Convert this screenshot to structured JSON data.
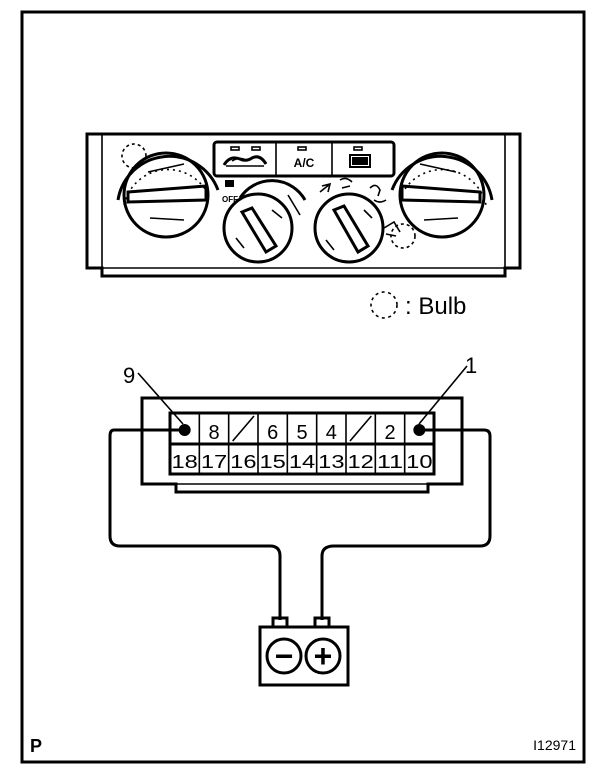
{
  "panel": {
    "ac_label": "A/C",
    "off_label": "OFF"
  },
  "legend": {
    "text": ": Bulb"
  },
  "connector": {
    "pin_callout_left": "9",
    "pin_callout_right": "1",
    "top_row": [
      "9",
      "8",
      "",
      "6",
      "5",
      "4",
      "",
      "2",
      "1"
    ],
    "bottom_row": [
      "18",
      "17",
      "16",
      "15",
      "14",
      "13",
      "12",
      "11",
      "10"
    ],
    "energized_pins": [
      "9",
      "1"
    ]
  },
  "battery": {
    "negative_symbol": "−",
    "positive_symbol": "+"
  },
  "footer": {
    "corner_mark": "P",
    "figure_code": "I12971"
  }
}
